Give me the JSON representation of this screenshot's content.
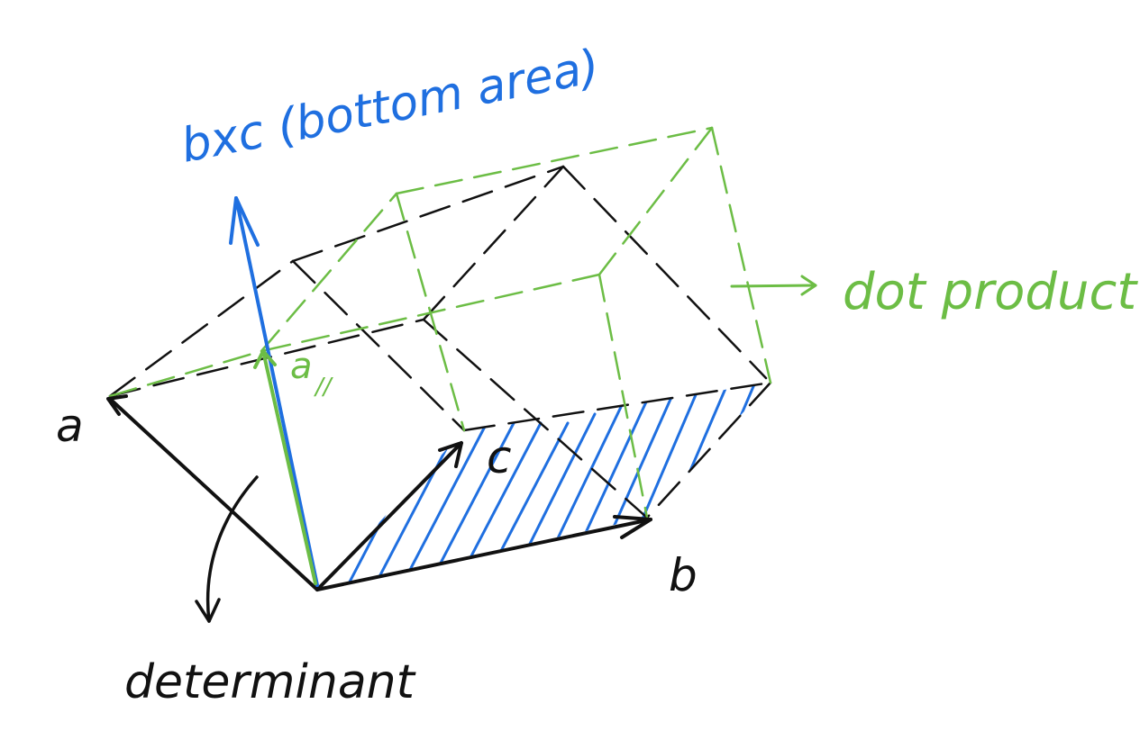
{
  "labels": {
    "bxc": "bxc (bottom area)",
    "dot_product": "dot product",
    "a_parallel_letter": "a",
    "a_parallel_sub": "//",
    "a": "a",
    "b": "b",
    "c": "c",
    "determinant": "determinant"
  },
  "colors": {
    "ink": "#111111",
    "blue": "#1f6fe0",
    "green": "#6cbd45"
  }
}
